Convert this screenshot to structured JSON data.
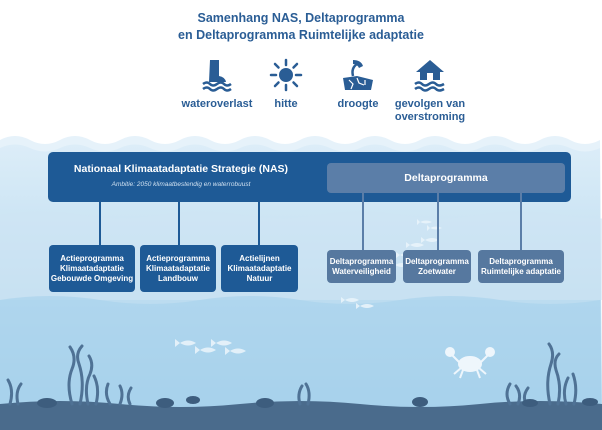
{
  "title": {
    "line1": "Samenhang NAS, Deltaprogramma",
    "line2": "en Deltaprogramma Ruimtelijke adaptatie"
  },
  "themes": [
    {
      "icon": "boot-water-icon",
      "label": "wateroverlast"
    },
    {
      "icon": "sun-icon",
      "label": "hitte"
    },
    {
      "icon": "dry-cracked-ground-icon",
      "label": "droogte"
    },
    {
      "icon": "flooded-house-icon",
      "label": "gevolgen van overstroming"
    }
  ],
  "nas": {
    "title": "Nationaal Klimaatadaptatie Strategie (NAS)",
    "subtitle": "Ambitie: 2050 klimaatbestendig en waterrobuust"
  },
  "deltaprogramma": {
    "title": "Deltaprogramma"
  },
  "nas_programs": [
    {
      "label": "Actieprogramma Klimaatadaptatie Gebouwde Omgeving"
    },
    {
      "label": "Actieprogramma Klimaatadaptatie Landbouw"
    },
    {
      "label": "Actielijnen Klimaatadaptatie Natuur"
    }
  ],
  "delta_programs": [
    {
      "label": "Deltaprogramma Waterveiligheid"
    },
    {
      "label": "Deltaprogramma Zoetwater"
    },
    {
      "label": "Deltaprogramma Ruimtelijke adaptatie"
    }
  ],
  "colors": {
    "heading": "#2a5d95",
    "nas_bar": "#1e5a96",
    "delta_box": "#5b7ea8",
    "water_light": "#d6e9f7",
    "water_mid": "#b8d8ef",
    "seabed": "#4a6b8c"
  }
}
